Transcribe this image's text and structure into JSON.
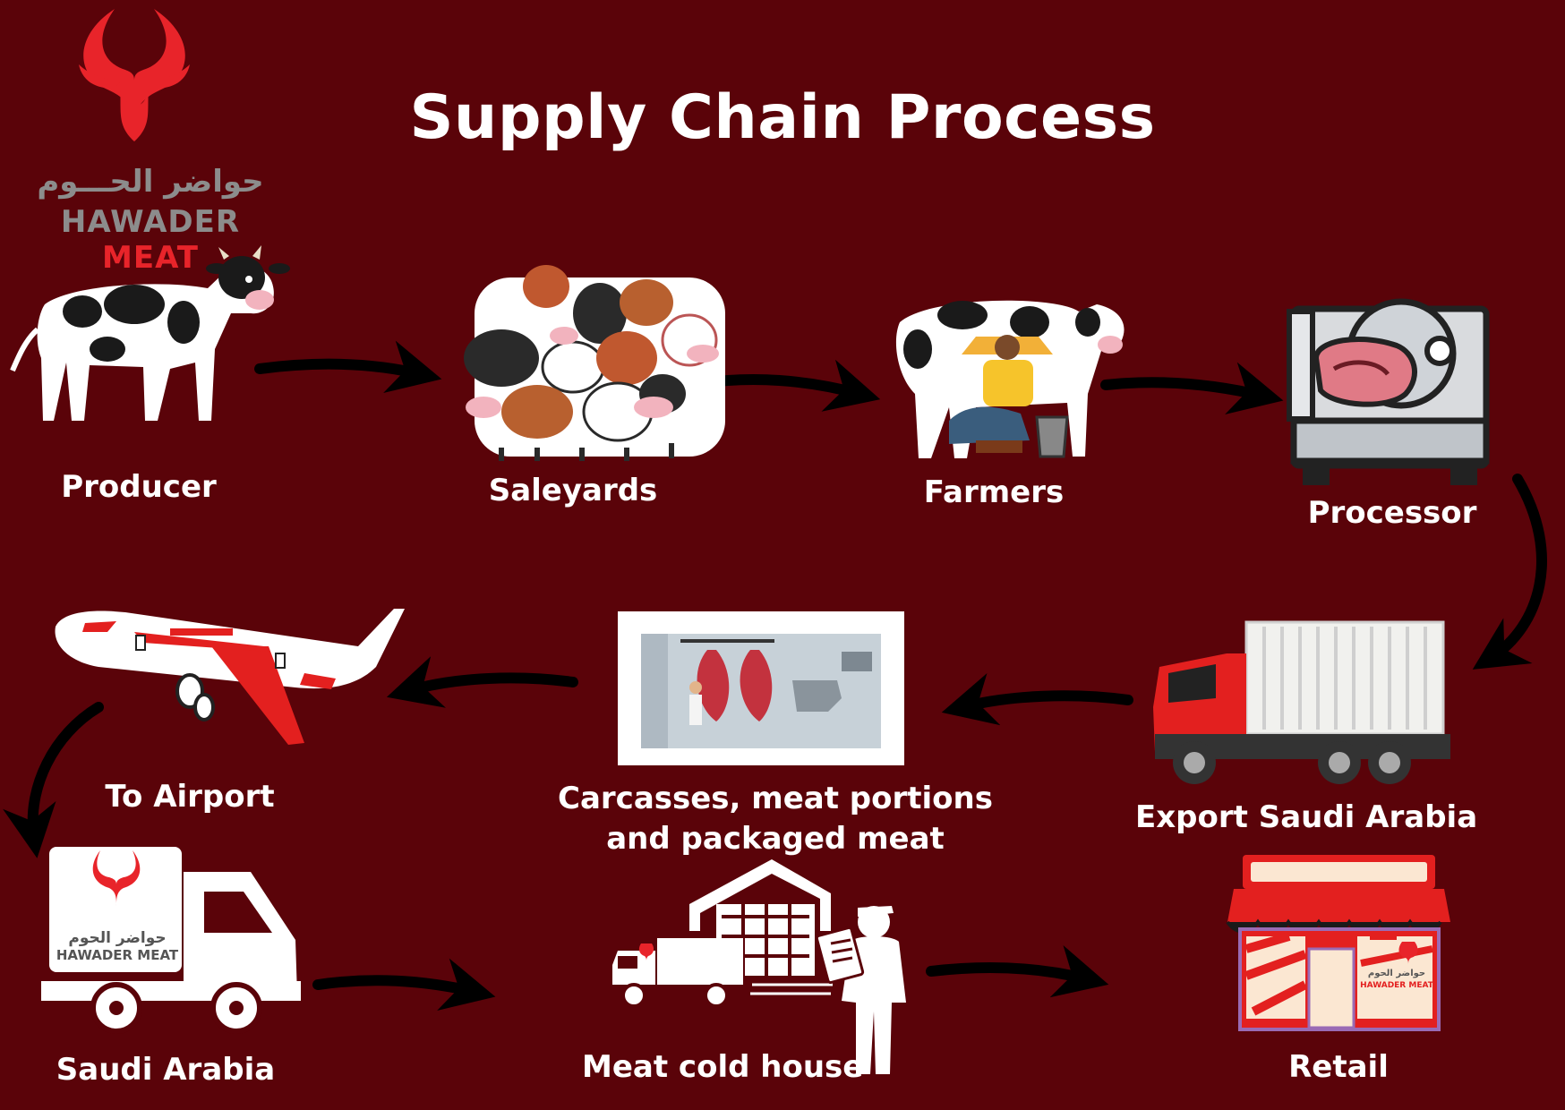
{
  "title": "Supply Chain Process",
  "brand": {
    "arabic": "حواضر الحـــوم",
    "name_gray": "HAWADER",
    "name_red": "MEAT",
    "color_red": "#e8242a",
    "color_gray": "#8c8c8c"
  },
  "background": "#5a0309",
  "steps": [
    {
      "label": "Producer",
      "icon": "cow-icon"
    },
    {
      "label": "Saleyards",
      "icon": "cattle-herd-icon"
    },
    {
      "label": "Farmers",
      "icon": "farmer-milking-cow-icon"
    },
    {
      "label": "Processor",
      "icon": "meat-slicer-icon"
    },
    {
      "label": "Export Saudi Arabia",
      "icon": "red-truck-icon"
    },
    {
      "label": "Carcasses, meat portions and packaged meat",
      "icon": "meat-storage-room-icon"
    },
    {
      "label": "To Airport",
      "icon": "airplane-icon"
    },
    {
      "label": "Saudi Arabia",
      "icon": "delivery-truck-icon"
    },
    {
      "label": "Meat cold house",
      "icon": "warehouse-worker-icon"
    },
    {
      "label": "Retail",
      "icon": "retail-shop-icon"
    }
  ],
  "storefront_brand": {
    "arabic": "حواضر الحوم",
    "name": "HAWADER MEAT"
  }
}
